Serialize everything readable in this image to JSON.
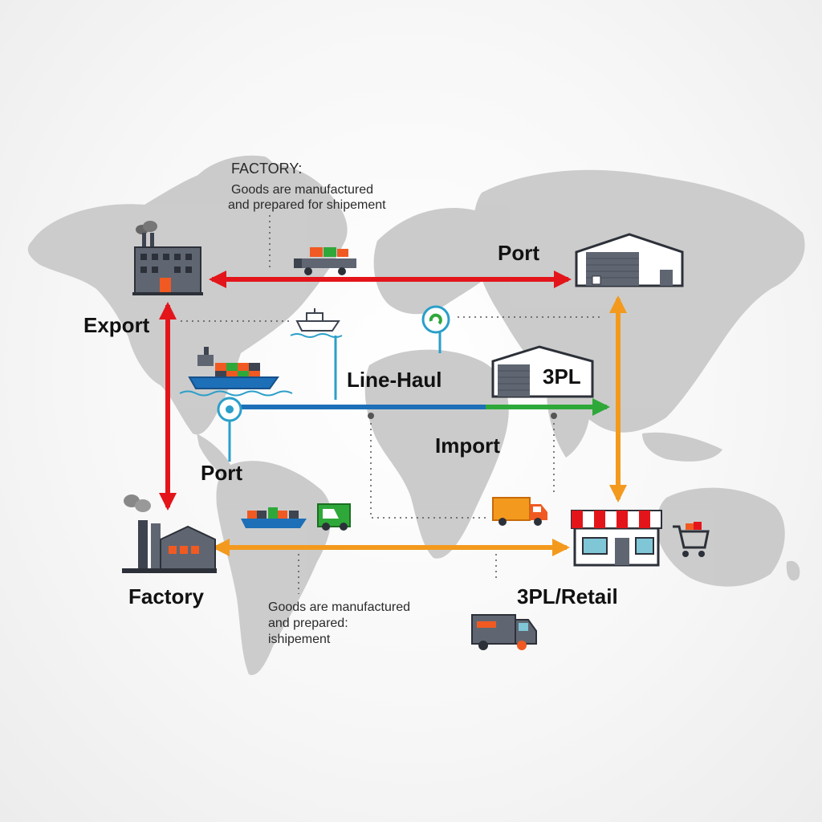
{
  "colors": {
    "map": "#c9c9c9",
    "red_arrow": "#e3151b",
    "orange_arrow": "#f39a1e",
    "blue_arrow": "#1d6fb8",
    "green_arrow": "#2fa83a",
    "icon_dark": "#3d4450",
    "icon_orange": "#f05a22",
    "teal": "#2b9fc9"
  },
  "icons": [
    "factory-icon",
    "warehouse-icon",
    "ship-icon",
    "container-ship-icon",
    "truck-icon",
    "van-icon",
    "store-icon",
    "shopping-cart-icon",
    "location-pin-icon",
    "boat-icon"
  ],
  "labels": {
    "export": "Export",
    "port_top": "Port",
    "line_haul": "Line-Haul",
    "three_pl": "3PL",
    "import": "Import",
    "port_left": "Port",
    "factory": "Factory",
    "three_pl_retail": "3PL/Retail"
  },
  "notes": {
    "top": {
      "title": "FACTORY:",
      "line1": "Goods are manufactured",
      "line2": "and prepared for shipement"
    },
    "bottom": {
      "line1": "Goods are manufactured",
      "line2": "and prepared:",
      "line3": "ishipement"
    }
  }
}
